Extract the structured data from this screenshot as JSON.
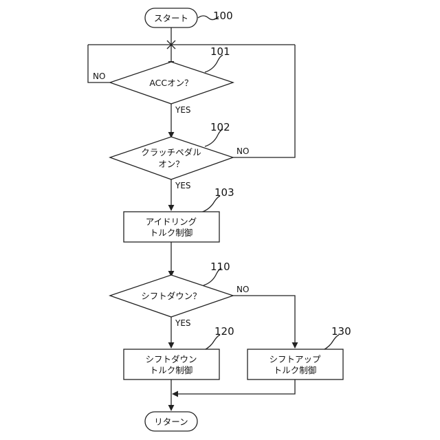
{
  "nodes": {
    "start": {
      "lines": [
        "スタート"
      ],
      "ref": "100"
    },
    "acc": {
      "lines": [
        "ACCオン？"
      ],
      "ref": "101"
    },
    "clutch": {
      "lines": [
        "クラッチペダル",
        "オン？"
      ],
      "ref": "102"
    },
    "idling": {
      "lines": [
        "アイドリング",
        "トルク制御"
      ],
      "ref": "103"
    },
    "shiftdown_q": {
      "lines": [
        "シフトダウン？"
      ],
      "ref": "110"
    },
    "shiftdown": {
      "lines": [
        "シフトダウン",
        "トルク制御"
      ],
      "ref": "120"
    },
    "shiftup": {
      "lines": [
        "シフトアップ",
        "トルク制御"
      ],
      "ref": "130"
    },
    "return": {
      "lines": [
        "リターン"
      ]
    }
  },
  "branches": {
    "acc_no": "NO",
    "acc_yes": "YES",
    "clutch_no": "NO",
    "clutch_yes": "YES",
    "shiftdown_no": "NO",
    "shiftdown_yes": "YES"
  }
}
